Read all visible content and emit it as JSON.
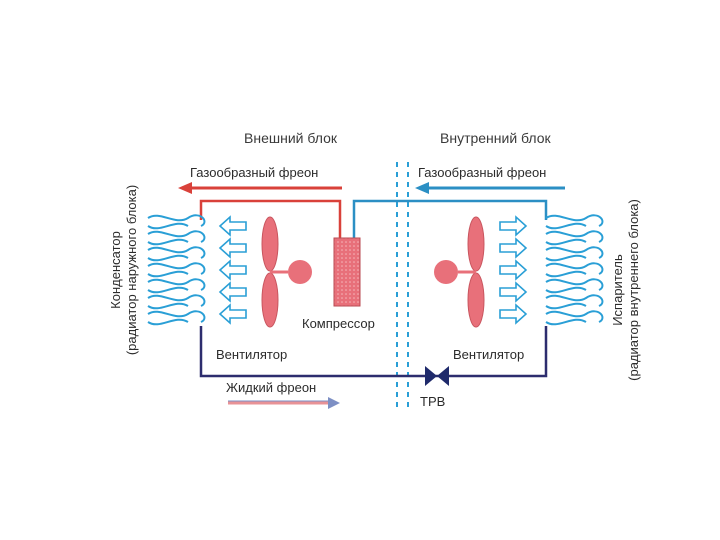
{
  "labels": {
    "outdoor_unit": "Внешний блок",
    "indoor_unit": "Внутренний блок",
    "gas_freon_left": "Газообразный фреон",
    "gas_freon_right": "Газообразный фреон",
    "liquid_freon": "Жидкий фреон",
    "compressor": "Компрессор",
    "fan_left": "Вентилятор",
    "fan_right": "Вентилятор",
    "valve": "ТРВ",
    "condenser": "Конденсатор",
    "condenser_note": "(радиатор наружного блока)",
    "evaporator": "Испаритель",
    "evaporator_note": "(радиатор внутреннего блока)"
  },
  "colors": {
    "hot_pipe": "#d9413a",
    "cold_pipe": "#2b8fc4",
    "liquid_pipe": "#2d2d6e",
    "coil": "#2a9fd6",
    "fan": "#e8707a",
    "fan_dot": "#f2a8ae",
    "compressor": "#e8707a",
    "divider": "#2a9fd6",
    "valve": "#1f2a6b"
  }
}
